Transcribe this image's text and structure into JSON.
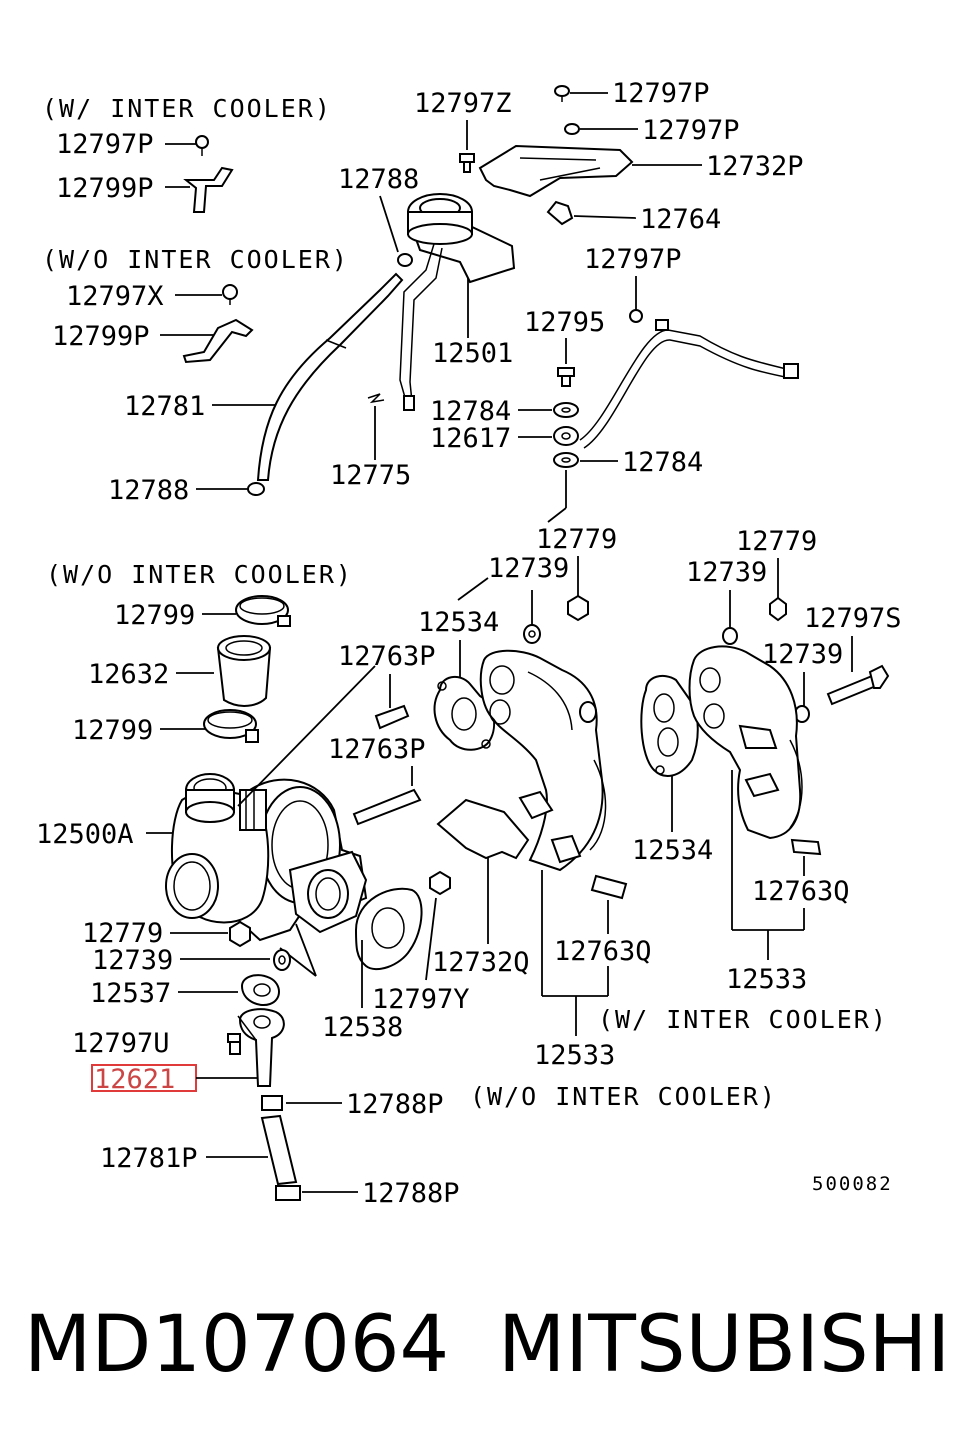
{
  "notes": {
    "w_inter_cooler_top": "(W/ INTER COOLER)",
    "wo_inter_cooler_top": "(W/O INTER COOLER)",
    "wo_inter_cooler_mid": "(W/O INTER COOLER)",
    "w_inter_cooler_bottom": "(W/ INTER COOLER)",
    "wo_inter_cooler_bottom": "(W/O INTER COOLER)"
  },
  "labels": {
    "p12797P_a": "12797P",
    "p12799P_a": "12799P",
    "p12797X": "12797X",
    "p12799P_b": "12799P",
    "p12781": "12781",
    "p12788_a": "12788",
    "p12788_b": "12788",
    "p12797Z": "12797Z",
    "p12797P_b": "12797P",
    "p12797P_c": "12797P",
    "p12732P": "12732P",
    "p12764": "12764",
    "p12797P_d": "12797P",
    "p12795": "12795",
    "p12501": "12501",
    "p12784_a": "12784",
    "p12617": "12617",
    "p12784_b": "12784",
    "p12775": "12775",
    "p12779_a": "12779",
    "p12739_a": "12739",
    "p12534_a": "12534",
    "p12779_b": "12779",
    "p12739_b": "12739",
    "p12797S": "12797S",
    "p12739_c": "12739",
    "p12799_a": "12799",
    "p12632": "12632",
    "p12799_b": "12799",
    "p12763P_a": "12763P",
    "p12763P_b": "12763P",
    "p12500A": "12500A",
    "p12534_b": "12534",
    "p12763Q_a": "12763Q",
    "p12779_c": "12779",
    "p12739_d": "12739",
    "p12537": "12537",
    "p12732Q": "12732Q",
    "p12763Q_b": "12763Q",
    "p12533_a": "12533",
    "p12797Y": "12797Y",
    "p12538": "12538",
    "p12797U": "12797U",
    "p12621": "12621",
    "p12533_b": "12533",
    "p12788P_a": "12788P",
    "p12781P": "12781P",
    "p12788P_b": "12788P"
  },
  "figure_number": "500082",
  "footer": {
    "part_number": "MD107064",
    "brand": "MITSUBISHI"
  }
}
